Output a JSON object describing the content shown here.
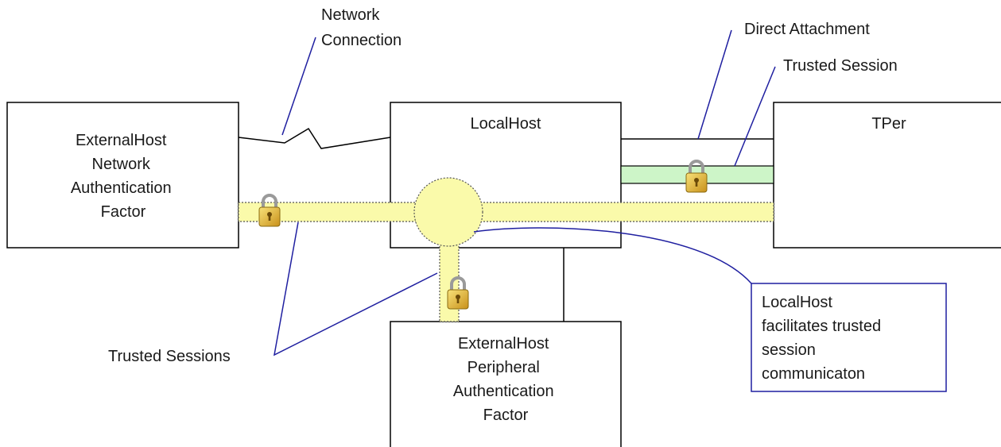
{
  "boxes": {
    "external_host_network": [
      "ExternalHost",
      "Network",
      "Authentication",
      "Factor"
    ],
    "local_host": "LocalHost",
    "tper": "TPer",
    "external_host_peripheral": [
      "ExternalHost",
      "Peripheral",
      "Authentication",
      "Factor"
    ]
  },
  "labels": {
    "network_connection": [
      "Network",
      "Connection"
    ],
    "direct_attachment": "Direct Attachment",
    "trusted_session": "Trusted Session",
    "trusted_sessions": "Trusted Sessions",
    "note": [
      "LocalHost",
      "facilitates trusted",
      "session",
      "communicaton"
    ]
  },
  "icons": [
    "lock-icon"
  ],
  "colors": {
    "trusted_pipe": "#fafaaa",
    "direct_session_pipe": "#cdf5c8",
    "callout_line": "#1f1fa0",
    "lock_body": "#e0b020"
  }
}
